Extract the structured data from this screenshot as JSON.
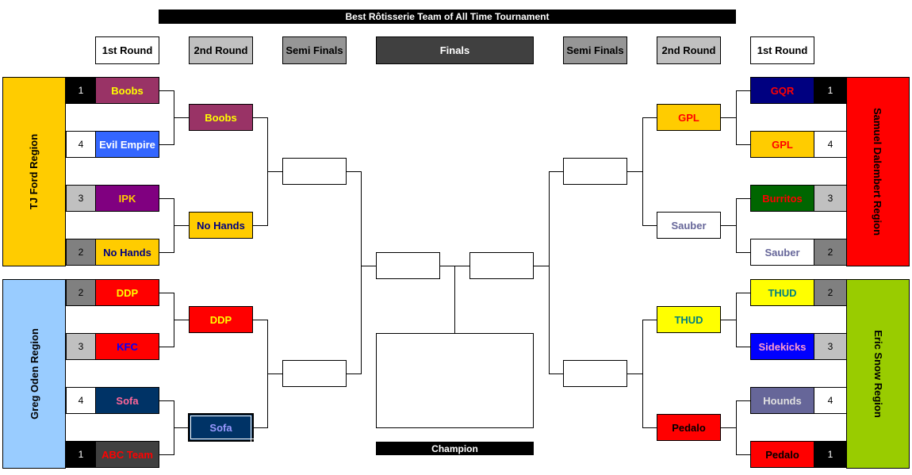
{
  "title": "Best Rôtisserie Team of All Time Tournament",
  "headers": {
    "round1": "1st Round",
    "round2": "2nd Round",
    "semis": "Semi Finals",
    "finals": "Finals"
  },
  "champion_label": "Champion",
  "regions": {
    "tl": {
      "name": "TJ Ford Region",
      "color": "#FFCC00"
    },
    "bl": {
      "name": "Greg Oden Region",
      "color": "#99CCFF"
    },
    "tr": {
      "name": "Samuel Dalembert Region",
      "color": "#FF0000"
    },
    "br": {
      "name": "Eric Snow Region",
      "color": "#99CC00"
    }
  },
  "left": {
    "r1": [
      {
        "seed": "1",
        "team": "Boobs"
      },
      {
        "seed": "4",
        "team": "Evil Empire"
      },
      {
        "seed": "3",
        "team": "IPK"
      },
      {
        "seed": "2",
        "team": "No Hands"
      },
      {
        "seed": "2",
        "team": "DDP"
      },
      {
        "seed": "3",
        "team": "KFC"
      },
      {
        "seed": "4",
        "team": "Sofa"
      },
      {
        "seed": "1",
        "team": "ABC Team"
      }
    ],
    "r2": [
      "Boobs",
      "No Hands",
      "DDP",
      "Sofa"
    ]
  },
  "right": {
    "r1": [
      {
        "seed": "1",
        "team": "GQR"
      },
      {
        "seed": "4",
        "team": "GPL"
      },
      {
        "seed": "3",
        "team": "Burritos"
      },
      {
        "seed": "2",
        "team": "Sauber"
      },
      {
        "seed": "2",
        "team": "THUD"
      },
      {
        "seed": "3",
        "team": "Sidekicks"
      },
      {
        "seed": "4",
        "team": "Hounds"
      },
      {
        "seed": "1",
        "team": "Pedalo"
      }
    ],
    "r2": [
      "GPL",
      "Sauber",
      "THUD",
      "Pedalo"
    ]
  }
}
